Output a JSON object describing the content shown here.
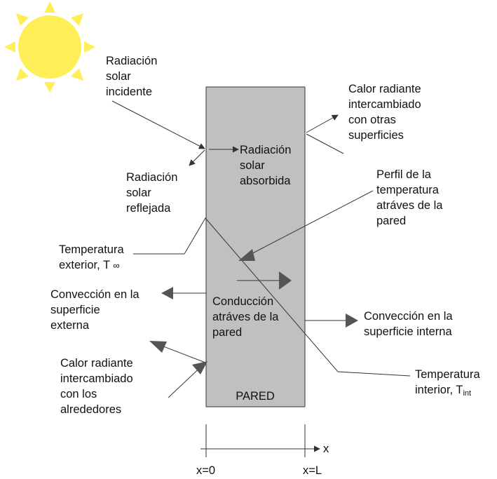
{
  "labels": {
    "radiacion_incidente": [
      "Radiación",
      "solar",
      "incidente"
    ],
    "calor_radiante_otras": [
      "Calor radiante",
      "intercambiado",
      "con otras",
      "superficies"
    ],
    "radiacion_absorbida": [
      "Radiación",
      "solar",
      "absorbida"
    ],
    "radiacion_reflejada": [
      "Radiación",
      "solar",
      "reflejada"
    ],
    "perfil_temperatura": [
      "Perfil de la",
      "temperatura",
      "atráves de la",
      "pared"
    ],
    "temperatura_exterior": {
      "line1": "Temperatura",
      "line2": "exterior, T",
      "symbol": "∞"
    },
    "conveccion_externa": [
      "Convección en la",
      "superficie",
      "externa"
    ],
    "conduccion": [
      "Conducción",
      "atráves de la",
      "pared"
    ],
    "conveccion_interna": [
      "Convección en la",
      "superficie interna"
    ],
    "calor_radiante_alrededores": [
      "Calor radiante",
      "intercambiado",
      "con los",
      "alrededores"
    ],
    "temperatura_interior": {
      "line1": "Temperatura",
      "line2": "interior, T",
      "subscript": "int"
    },
    "pared": "PARED",
    "axis": {
      "x_label": "x",
      "x0": "x=0",
      "xL": "x=L"
    }
  },
  "colors": {
    "wall_fill": "#c0c0c0",
    "sun_fill": "#ffee55",
    "line": "#333333",
    "arrowhead": "#555555"
  },
  "icons": [
    "sun-icon"
  ]
}
